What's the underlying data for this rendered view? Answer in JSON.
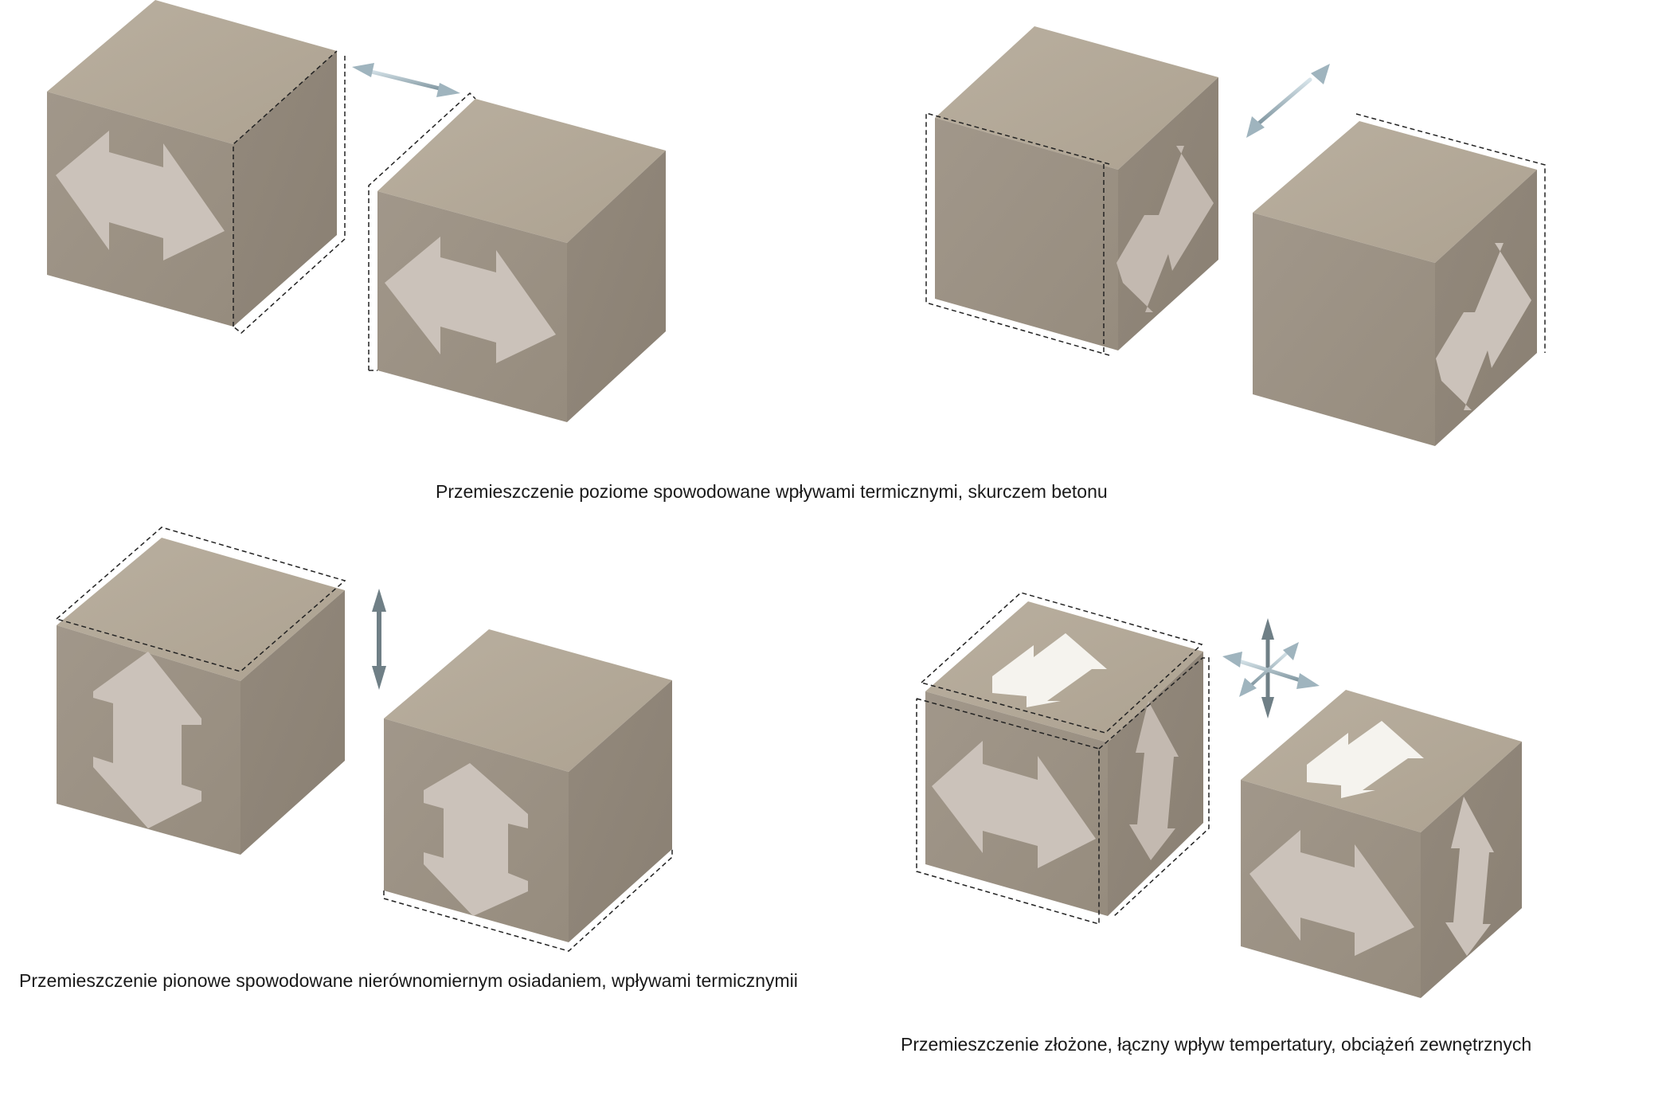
{
  "captions": {
    "horizontal": "Przemieszczenie poziome spowodowane wpływami termicznymi, skurczem betonu",
    "vertical": "Przemieszczenie pionowe spowodowane nierównomiernym osiadaniem, wpływami termicznymii",
    "combined": "Przemieszczenie złożone, łączny wpływ tempertatury, obciążeń zewnętrznych"
  },
  "colors": {
    "cube_top": "#b7ac9d",
    "cube_front": "#9c9284",
    "cube_side": "#8f8578",
    "arrow_fill": "#cbc2ba",
    "arrow_fill_bright": "#f5f3ee",
    "dashed_outline": "#222222",
    "indicator_arrow": "#a7bcc6"
  },
  "icons": [
    "horizontal-double-arrow",
    "vertical-double-arrow",
    "displacement-indicator-arrow",
    "triaxial-displacement-indicator"
  ]
}
